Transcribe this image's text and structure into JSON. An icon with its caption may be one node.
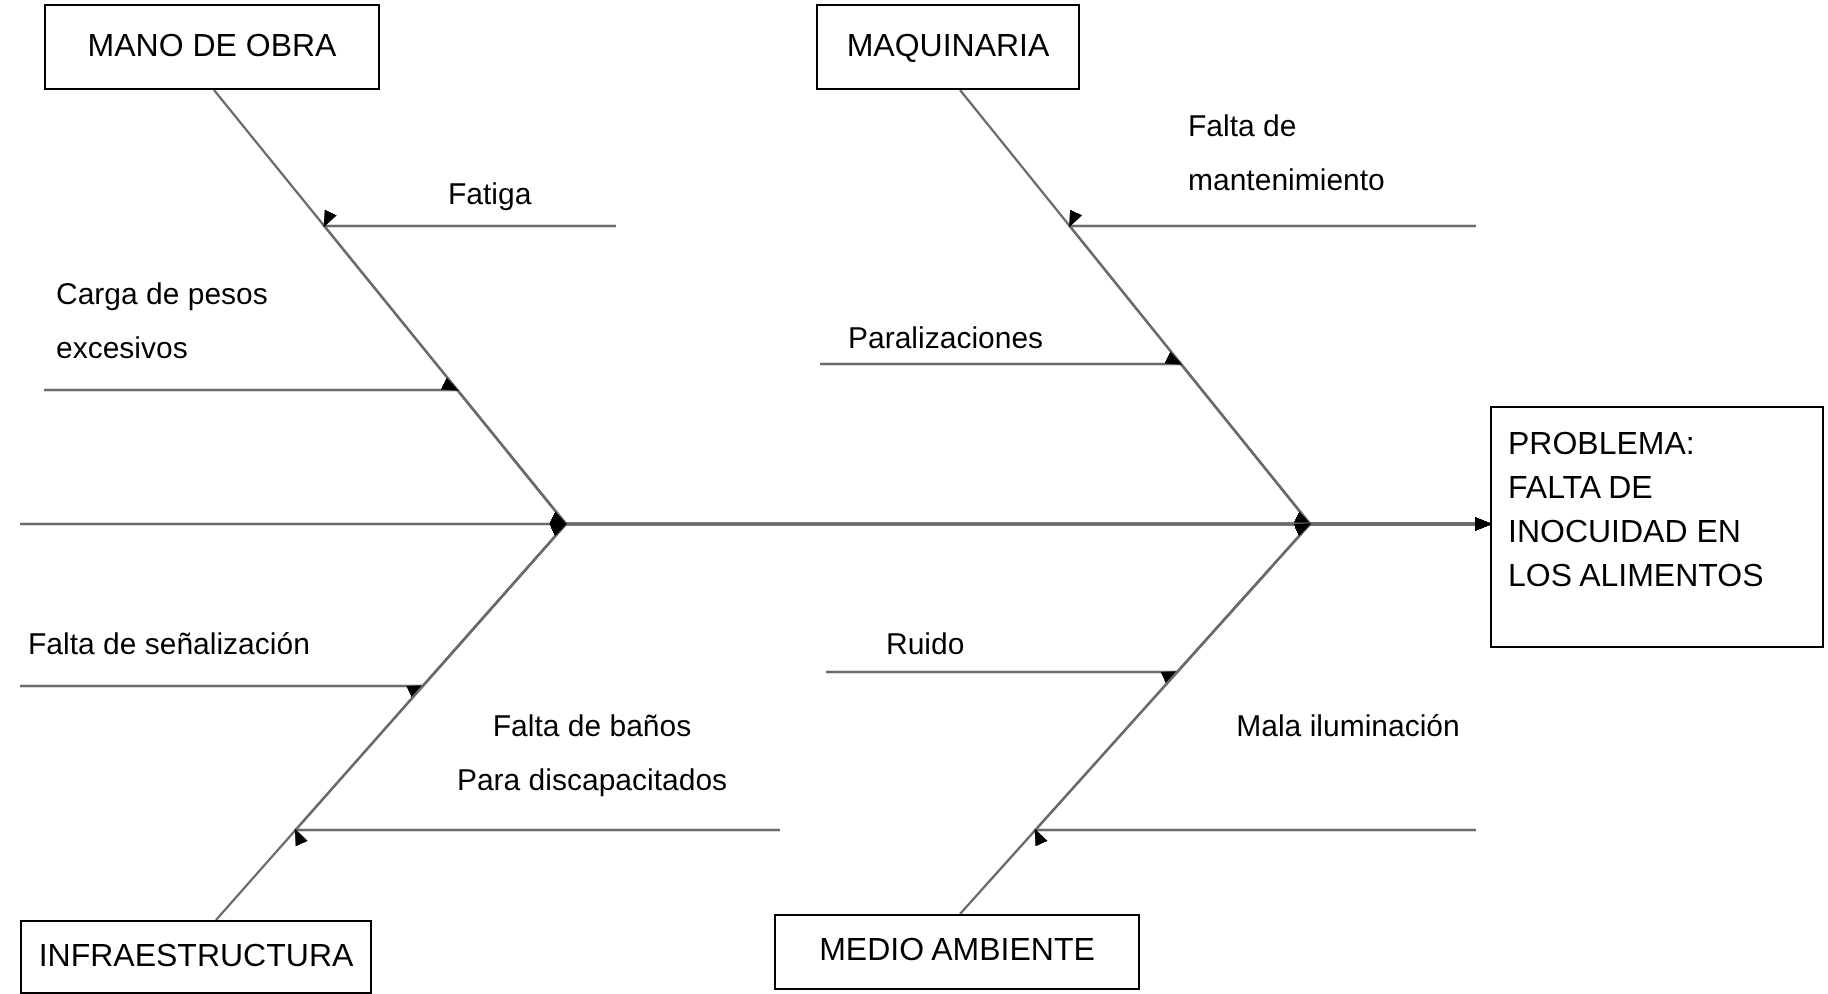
{
  "diagram": {
    "nodes": [
      {
        "text": [
          "MANO DE OBRA"
        ]
      },
      {
        "text": [
          "MAQUINARIA"
        ]
      },
      {
        "text": [
          "Fatiga"
        ]
      },
      {
        "text": [
          "Falta de mantenimiento"
        ]
      },
      {
        "text": [
          "Carga de pesos excesivos"
        ]
      },
      {
        "text": [
          "Paralizaciones"
        ]
      },
      {
        "text": [
          "PROBLEMA:",
          "FALTA DE INOCUIDAD EN LOS ALIMENTOS"
        ]
      },
      {
        "text": [
          "Falta de señalización"
        ]
      },
      {
        "text": [
          "Ruido"
        ]
      },
      {
        "text": [
          "Falta de baños",
          "Para discapacitados"
        ]
      },
      {
        "text": [
          "Mala iluminación"
        ]
      },
      {
        "text": [
          "INFRAESTRUCTURA"
        ]
      },
      {
        "text": [
          "MEDIO AMBIENTE"
        ]
      }
    ],
    "edges": [
      {
        "from": null,
        "to": 6,
        "arrow": "to"
      },
      {
        "from": 0,
        "to": 6,
        "arrow": "to"
      },
      {
        "from": 1,
        "to": 6,
        "arrow": "to"
      },
      {
        "from": 11,
        "to": 6,
        "arrow": "to"
      },
      {
        "from": 12,
        "to": 6,
        "arrow": "to"
      },
      {
        "from": 2,
        "to": 6,
        "arrow": "to"
      },
      {
        "from": 3,
        "to": 6,
        "arrow": "to"
      },
      {
        "from": 4,
        "to": 6,
        "arrow": "to"
      },
      {
        "from": 5,
        "to": 6,
        "arrow": "to"
      },
      {
        "from": 7,
        "to": 6,
        "arrow": "to"
      },
      {
        "from": 8,
        "to": 6,
        "arrow": "to"
      },
      {
        "from": 9,
        "to": 6,
        "arrow": "to"
      },
      {
        "from": 10,
        "to": 6,
        "arrow": "to"
      }
    ]
  }
}
